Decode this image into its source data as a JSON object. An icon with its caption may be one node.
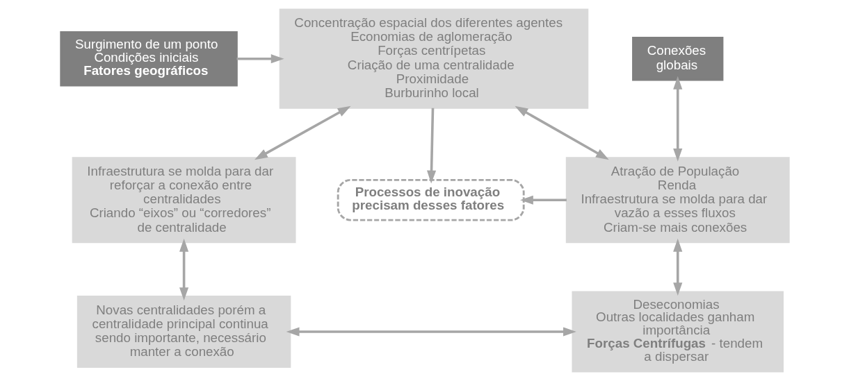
{
  "diagram": {
    "nodes": [
      {
        "text": [
          "Surgimento de um ponto",
          "Condições iniciais",
          "**Fatores geográficos**"
        ]
      },
      {
        "text": [
          "Concentração espacial dos diferentes agentes",
          "Economias de aglomeração",
          "Forças centrípetas",
          "Criação de uma centralidade",
          "Proximidade",
          "Burburinho local"
        ]
      },
      {
        "text": [
          "Conexões globais"
        ]
      },
      {
        "text": [
          "Infraestrutura se molda para dar reforçar a conexão entre centralidades",
          "Criando “eixos” ou “corredores” de centralidade"
        ]
      },
      {
        "text": [
          "Processos de inovação precisam desses fatores"
        ]
      },
      {
        "text": [
          "Atração de População",
          "Renda",
          "Infraestrutura se molda para dar vazão a esses fluxos",
          "Criam-se mais conexões"
        ]
      },
      {
        "text": [
          "Novas centralidades porém a centralidade principal continua sendo importante, necessário manter a conexão"
        ]
      },
      {
        "text": [
          "Deseconomias",
          "Outras localidades ganham importância",
          "**Forças Centrífugas** - tendem a dispersar"
        ]
      }
    ],
    "edges": [
      {
        "from": 0,
        "to": 1,
        "arrow": "to"
      },
      {
        "from": 1,
        "to": 3,
        "arrow": "both"
      },
      {
        "from": 1,
        "to": 5,
        "arrow": "both"
      },
      {
        "from": 1,
        "to": 4,
        "arrow": "to"
      },
      {
        "from": 5,
        "to": 4,
        "arrow": "to"
      },
      {
        "from": 2,
        "to": 5,
        "arrow": "both"
      },
      {
        "from": 3,
        "to": 6,
        "arrow": "both"
      },
      {
        "from": 6,
        "to": 7,
        "arrow": "both"
      },
      {
        "from": 5,
        "to": 7,
        "arrow": "both"
      }
    ]
  }
}
